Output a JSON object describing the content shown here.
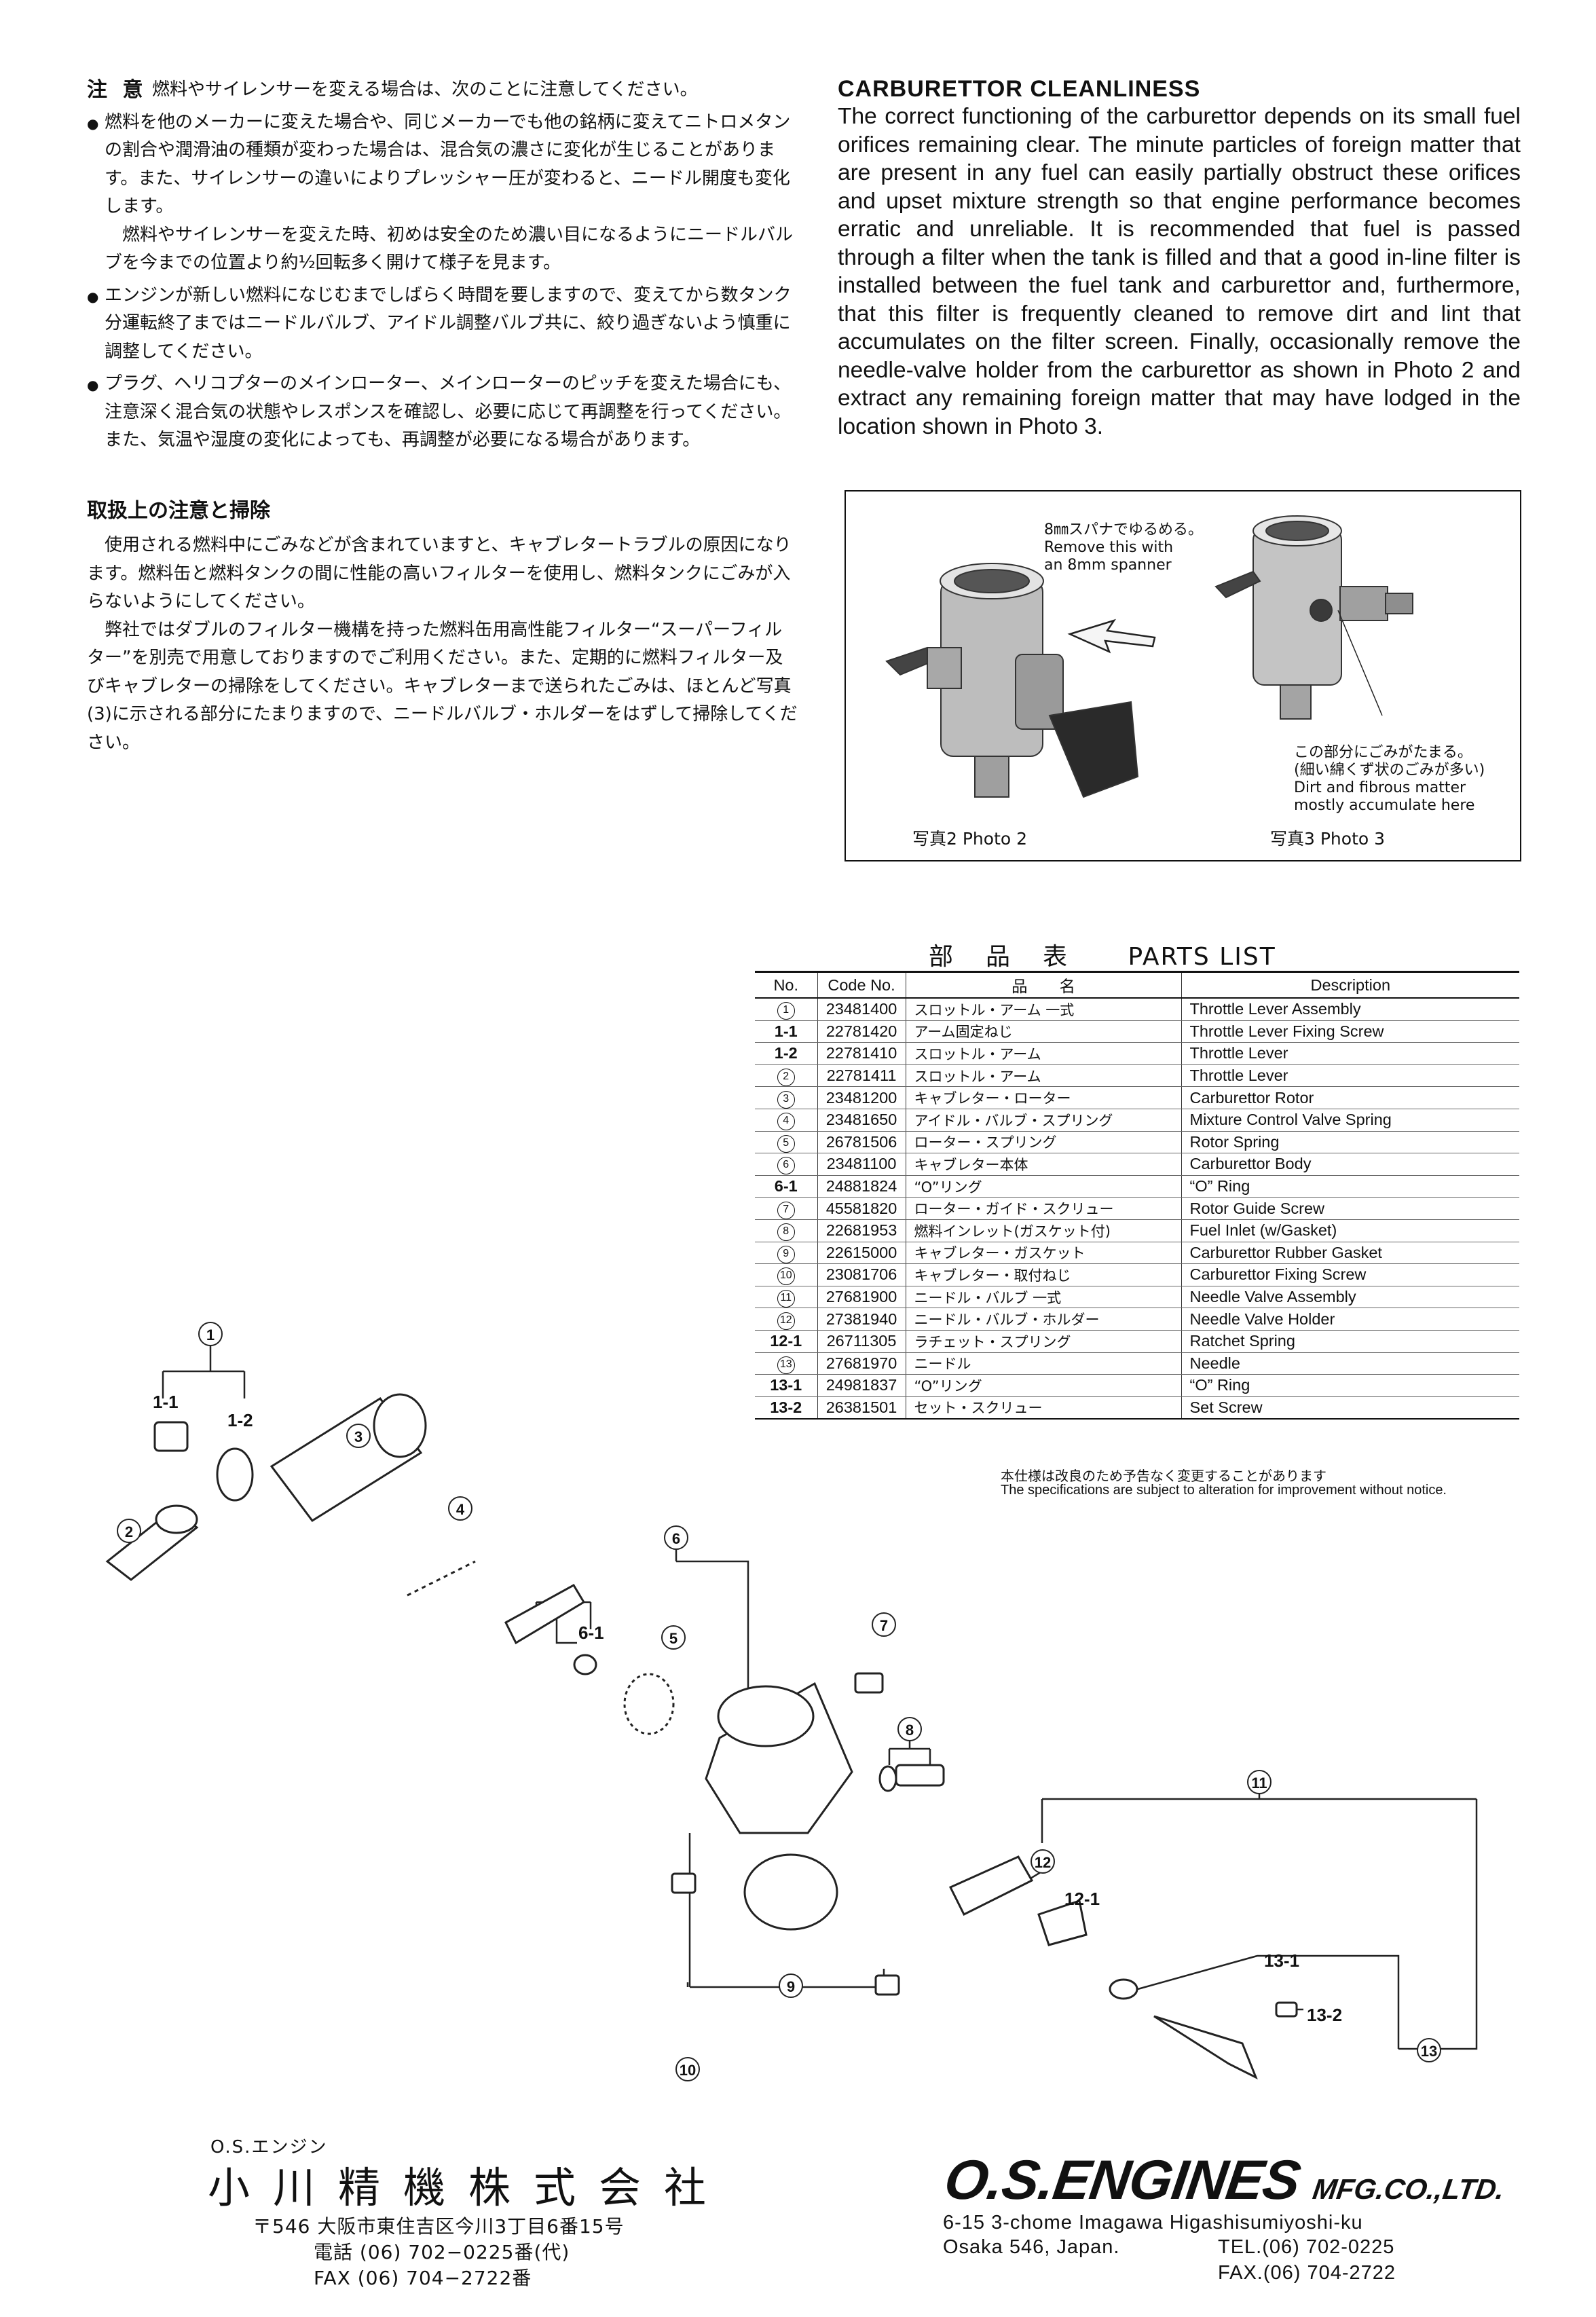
{
  "caution": {
    "label": "注 意",
    "intro": "燃料やサイレンサーを変える場合は、次のことに注意してください。",
    "bullets": [
      {
        "text": "燃料を他のメーカーに変えた場合や、同じメーカーでも他の銘柄に変えてニトロメタンの割合や潤滑油の種類が変わった場合は、混合気の濃さに変化が生じることがあります。また、サイレンサーの違いによりプレッシャー圧が変わると、ニードル開度も変化します。",
        "extra": "燃料やサイレンサーを変えた時、初めは安全のため濃い目になるようにニードルバルブを今までの位置より約½回転多く開けて様子を見ます。"
      },
      {
        "text": "エンジンが新しい燃料になじむまでしばらく時間を要しますので、変えてから数タンク分運転終了まではニードルバルブ、アイドル調整バルブ共に、絞り過ぎないよう慎重に調整してください。"
      },
      {
        "text": "プラグ、ヘリコプターのメインローター、メインローターのピッチを変えた場合にも、注意深く混合気の状態やレスポンスを確認し、必要に応じて再調整を行ってください。また、気温や湿度の変化によっても、再調整が必要になる場合があります。"
      }
    ]
  },
  "handling": {
    "heading": "取扱上の注意と掃除",
    "p1": "使用される燃料中にごみなどが含まれていますと、キャブレタートラブルの原因になります。燃料缶と燃料タンクの間に性能の高いフィルターを使用し、燃料タンクにごみが入らないようにしてください。",
    "p2": "弊社ではダブルのフィルター機構を持った燃料缶用高性能フィルター“スーパーフィルター”を別売で用意しておりますのでご利用ください。また、定期的に燃料フィルター及びキャブレターの掃除をしてください。キャブレターまで送られたごみは、ほとんど写真(3)に示される部分にたまりますので、ニードルバルブ・ホルダーをはずして掃除してください。"
  },
  "cleanliness": {
    "heading": "CARBURETTOR CLEANLINESS",
    "body": "The correct functioning of the carburettor depends on its small fuel orifices remaining clear. The minute particles of foreign matter that are present in any fuel can easily partially obstruct these orifices and upset mixture strength so that engine performance becomes erratic and unreliable. It is recommended that fuel is passed through a filter when the tank is filled and that a good in-line filter is installed between the fuel tank and carburettor and, furthermore, that this filter is frequently cleaned to remove dirt and lint that accumulates on the filter screen. Finally, occasionally remove the needle-valve holder from the carburettor as shown in Photo 2 and extract any remaining foreign matter that may have lodged in the location shown in Photo 3."
  },
  "photos": {
    "photo2_note_jp": "8㎜スパナでゆるめる。",
    "photo2_note_en1": "Remove this with",
    "photo2_note_en2": "an 8mm spanner",
    "photo3_note_jp1": "この部分にごみがたまる。",
    "photo3_note_jp2": "(細い綿くず状のごみが多い)",
    "photo3_note_en1": "Dirt and fibrous matter",
    "photo3_note_en2": "mostly accumulate here",
    "photo2_caption": "写真2  Photo 2",
    "photo3_caption": "写真3  Photo 3"
  },
  "parts": {
    "title_jp": "部品表",
    "title_en": "PARTS LIST",
    "headers": {
      "no": "No.",
      "code": "Code No.",
      "name": "品　　名",
      "desc": "Description"
    },
    "rows": [
      {
        "no": "1",
        "circled": true,
        "code": "23481400",
        "name": "スロットル・アーム 一式",
        "desc": "Throttle Lever Assembly"
      },
      {
        "no": "1-1",
        "circled": false,
        "code": "22781420",
        "name": "アーム固定ねじ",
        "desc": "Throttle Lever Fixing Screw"
      },
      {
        "no": "1-2",
        "circled": false,
        "code": "22781410",
        "name": "スロットル・アーム",
        "desc": "Throttle Lever"
      },
      {
        "no": "2",
        "circled": true,
        "code": "22781411",
        "name": "スロットル・アーム",
        "desc": "Throttle Lever"
      },
      {
        "no": "3",
        "circled": true,
        "code": "23481200",
        "name": "キャブレター・ローター",
        "desc": "Carburettor Rotor"
      },
      {
        "no": "4",
        "circled": true,
        "code": "23481650",
        "name": "アイドル・バルブ・スプリング",
        "desc": "Mixture Control Valve Spring"
      },
      {
        "no": "5",
        "circled": true,
        "code": "26781506",
        "name": "ローター・スプリング",
        "desc": "Rotor Spring"
      },
      {
        "no": "6",
        "circled": true,
        "code": "23481100",
        "name": "キャブレター本体",
        "desc": "Carburettor Body"
      },
      {
        "no": "6-1",
        "circled": false,
        "code": "24881824",
        "name": "“O”リング",
        "desc": "“O” Ring"
      },
      {
        "no": "7",
        "circled": true,
        "code": "45581820",
        "name": "ローター・ガイド・スクリュー",
        "desc": "Rotor Guide Screw"
      },
      {
        "no": "8",
        "circled": true,
        "code": "22681953",
        "name": "燃料インレット(ガスケット付)",
        "desc": "Fuel Inlet (w/Gasket)"
      },
      {
        "no": "9",
        "circled": true,
        "code": "22615000",
        "name": "キャブレター・ガスケット",
        "desc": "Carburettor Rubber Gasket"
      },
      {
        "no": "10",
        "circled": true,
        "code": "23081706",
        "name": "キャブレター・取付ねじ",
        "desc": "Carburettor Fixing Screw"
      },
      {
        "no": "11",
        "circled": true,
        "code": "27681900",
        "name": "ニードル・バルブ 一式",
        "desc": "Needle Valve Assembly"
      },
      {
        "no": "12",
        "circled": true,
        "code": "27381940",
        "name": "ニードル・バルブ・ホルダー",
        "desc": "Needle Valve Holder"
      },
      {
        "no": "12-1",
        "circled": false,
        "code": "26711305",
        "name": "ラチェット・スプリング",
        "desc": "Ratchet Spring"
      },
      {
        "no": "13",
        "circled": true,
        "code": "27681970",
        "name": "ニードル",
        "desc": "Needle"
      },
      {
        "no": "13-1",
        "circled": false,
        "code": "24981837",
        "name": "“O”リング",
        "desc": "“O” Ring"
      },
      {
        "no": "13-2",
        "circled": false,
        "code": "26381501",
        "name": "セット・スクリュー",
        "desc": "Set Screw"
      }
    ],
    "notice_jp": "本仕様は改良のため予告なく変更することがあります",
    "notice_en": "The specifications are subject to alteration for improvement without notice."
  },
  "diagram": {
    "labels": [
      "1",
      "1-1",
      "1-2",
      "2",
      "3",
      "4",
      "5",
      "6",
      "6-1",
      "7",
      "8",
      "9",
      "10",
      "11",
      "12",
      "12-1",
      "13",
      "13-1",
      "13-2"
    ]
  },
  "footer": {
    "jp_small": "O.S.エンジン",
    "company_jp": "小川精機株式会社",
    "addr_jp": "〒546 大阪市東住吉区今川3丁目6番15号",
    "tel_jp": "電話 (06) 702−0225番(代)",
    "fax_jp": "FAX (06) 704−2722番",
    "brand": "O.S.ENGINES",
    "brand_suffix": "MFG.CO.,LTD.",
    "addr_en1": "6-15 3-chome Imagawa Higashisumiyoshi-ku",
    "addr_en2": "Osaka 546, Japan.",
    "tel_en": "TEL.(06) 702-0225",
    "fax_en": "FAX.(06) 704-2722"
  }
}
